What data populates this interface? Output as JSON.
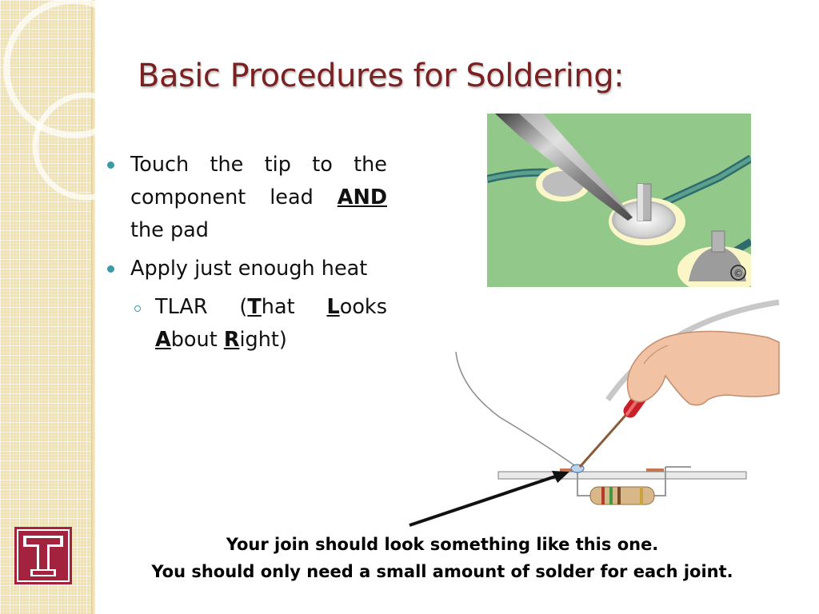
{
  "slide": {
    "title": "Basic Procedures for Soldering:",
    "bullets": {
      "b1": {
        "text": "Touch the tip to the component lead ",
        "emphasis": "AND",
        "tail": " the pad"
      },
      "b2": {
        "text": "Apply just enough heat"
      },
      "sub1": {
        "prefix": "TLAR (",
        "w1_cap": "T",
        "w1_rest": "hat ",
        "w2_cap": "L",
        "w2_rest": "ooks ",
        "w3_cap": "A",
        "w3_rest": "bout ",
        "w4_cap": "R",
        "w4_rest": "ight)"
      }
    },
    "caption": {
      "line1": "Your join should look something like this one.",
      "line2": "You should only need a small amount of solder for each joint."
    },
    "photo_mark": "©"
  },
  "colors": {
    "title": "#7a2222",
    "bullet": "#3a9aa6",
    "sidebar": "#f1e1ad",
    "logo": "#a3233f",
    "board": "#92c98b"
  },
  "icons": {
    "logo": "temple-t-logo",
    "photo": "soldering-iron-pad-photo",
    "illustration": "hand-soldering-resistor-illustration"
  }
}
